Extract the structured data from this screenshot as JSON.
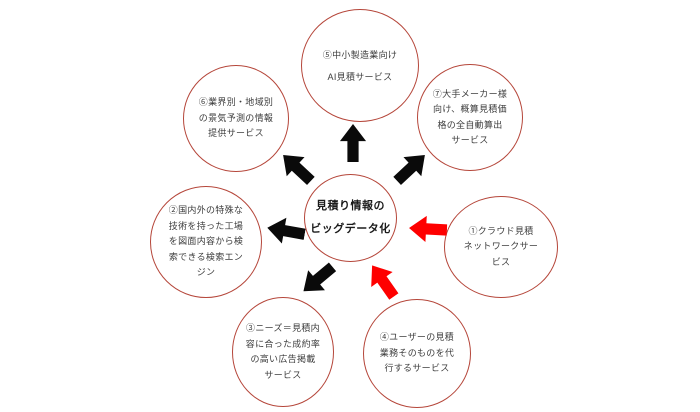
{
  "diagram": {
    "center": {
      "lines": [
        "見積り情報の",
        "ビッグデータ化"
      ]
    },
    "nodes": {
      "top": {
        "lines": [
          "⑤中小製造業向け",
          "AI見積サービス"
        ]
      },
      "top_right": {
        "lines": [
          "⑦大手メーカー様",
          "向け、概算見積価",
          "格の全自動算出",
          "サービス"
        ]
      },
      "right": {
        "lines": [
          "①クラウド見積",
          "ネットワークサー",
          "ビス"
        ]
      },
      "bottom_right": {
        "lines": [
          "④ユーザーの見積",
          "業務そのものを代",
          "行するサービス"
        ]
      },
      "bottom_left": {
        "lines": [
          "③ニーズ＝見積内",
          "容に合った成約率",
          "の高い広告掲載",
          "サービス"
        ]
      },
      "left": {
        "lines": [
          "②国内外の特殊な",
          "技術を持った工場",
          "を図面内容から検",
          "索できる検索エン",
          "ジン"
        ]
      },
      "top_left": {
        "lines": [
          "⑥業界別・地域別",
          "の景気予測の情報",
          "提供サービス"
        ]
      }
    },
    "arrows": [
      {
        "position": "above-center",
        "direction": "up",
        "color": "black"
      },
      {
        "position": "upper-left-of-center",
        "direction": "up-left",
        "color": "black"
      },
      {
        "position": "upper-right-of-center",
        "direction": "up-right",
        "color": "black"
      },
      {
        "position": "left-of-center",
        "direction": "left",
        "color": "black"
      },
      {
        "position": "lower-left-of-center",
        "direction": "down-left",
        "color": "black"
      },
      {
        "position": "right-of-center",
        "direction": "left",
        "color": "red"
      },
      {
        "position": "below-center",
        "direction": "up-left",
        "color": "red"
      }
    ],
    "colors": {
      "circle_outline": "#b5463a",
      "arrow_black": "#0a0a0a",
      "arrow_red": "#fe0000",
      "node_text": "#3d3d3d",
      "center_text": "#1a1a1a",
      "background": "#ffffff"
    }
  }
}
